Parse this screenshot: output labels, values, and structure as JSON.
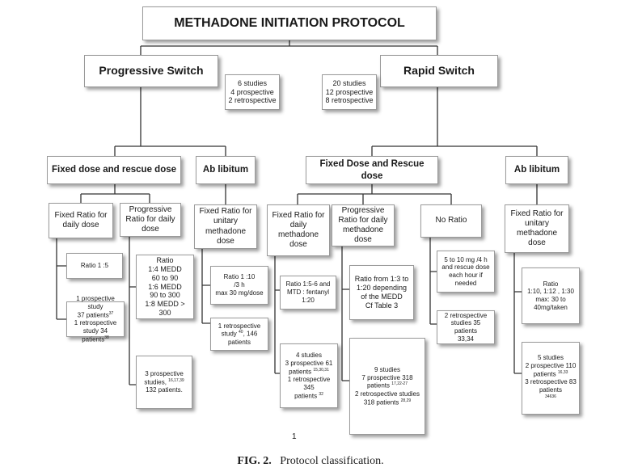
{
  "title": "METHADONE INITIATION PROTOCOL",
  "progressive": {
    "label": "Progressive Switch",
    "stats": "6 studies\n4 prospective\n2 retrospective",
    "fixed_rescue": "Fixed dose and rescue dose",
    "ab_libitum": "Ab libitum",
    "fixed_ratio_daily": "Fixed Ratio for\ndaily dose",
    "progressive_ratio_daily": "Progressive\nRatio for daily\ndose",
    "ratio_1_5": "Ratio 1 :5",
    "fixed_ratio_studies": "1 prospective study\n37 patients",
    "fixed_ratio_studies_ref1": "37",
    "fixed_ratio_studies2": "1 retrospective\nstudy 34 patients",
    "fixed_ratio_studies_ref2": "38",
    "medd_ratio": "Ratio\n1:4 MEDD\n60 to 90\n1:6 MEDD\n90 to 300\n1:8 MEDD > 300",
    "prog_ratio_studies": "3 prospective\nstudies,",
    "prog_ratio_studies_ref": "16,17,39",
    "prog_ratio_studies2": "132 patients.",
    "unitary_fixed": "Fixed Ratio for\nunitary\nmethadone\ndose",
    "unitary_ratio": "Ratio 1 :10\n/3 h\nmax 30 mg/dose",
    "unitary_studies": "1 retrospective\nstudy",
    "unitary_studies_ref": "40",
    "unitary_studies2": ", 146\npatients"
  },
  "rapid": {
    "label": "Rapid Switch",
    "stats": "20 studies\n12 prospective\n8 retrospective",
    "fixed_rescue": "Fixed Dose and Rescue dose",
    "ab_libitum": "Ab libitum",
    "fixed_ratio_daily": "Fixed Ratio for\ndaily\nmethadone\ndose",
    "progressive_ratio_daily": "Progressive\nRatio for daily\nmethadone\ndose",
    "no_ratio": "No Ratio",
    "ratio_fentanyl": "Ratio  1:5-6 and\nMTD : fentanyl\n1:20",
    "ratio_medd": "Ratio from 1:3 to\n1:20 depending\nof the MEDD\nCf Table 3",
    "no_ratio_dose": "5 to 10  mg /4 h\nand rescue dose\neach hour if\nneeded",
    "fixed_studies_a": "4 studies\n3 prospective 61\npatients",
    "fixed_studies_ref_a": "15,30,31",
    "fixed_studies_b": "1 retrospective 345\npatients",
    "fixed_studies_ref_b": "32",
    "prog_studies_a": "9 studies\n7 prospective 318\npatients",
    "prog_studies_ref_a": "17,22-27",
    "prog_studies_b": "2 retrospective studies\n318 patients",
    "prog_studies_ref_b": "28,29",
    "no_ratio_studies": "2 retrospective\nstudies 35 patients\n33,34",
    "unitary_fixed": "Fixed Ratio for\nunitary\nmethadone\ndose",
    "unitary_ratio": "Ratio\n1:10, 1:12 , 1:30\nmax: 30 to\n40mg/taken",
    "unitary_studies_a": "5 studies\n2 prospective 110\npatients",
    "unitary_studies_ref_a": "16,33",
    "unitary_studies_b": "3 retrospective  83\npatients",
    "unitary_studies_ref_b": "34636"
  },
  "page_number": "1",
  "caption_label": "FIG. 2.",
  "caption_text": "Protocol classification."
}
